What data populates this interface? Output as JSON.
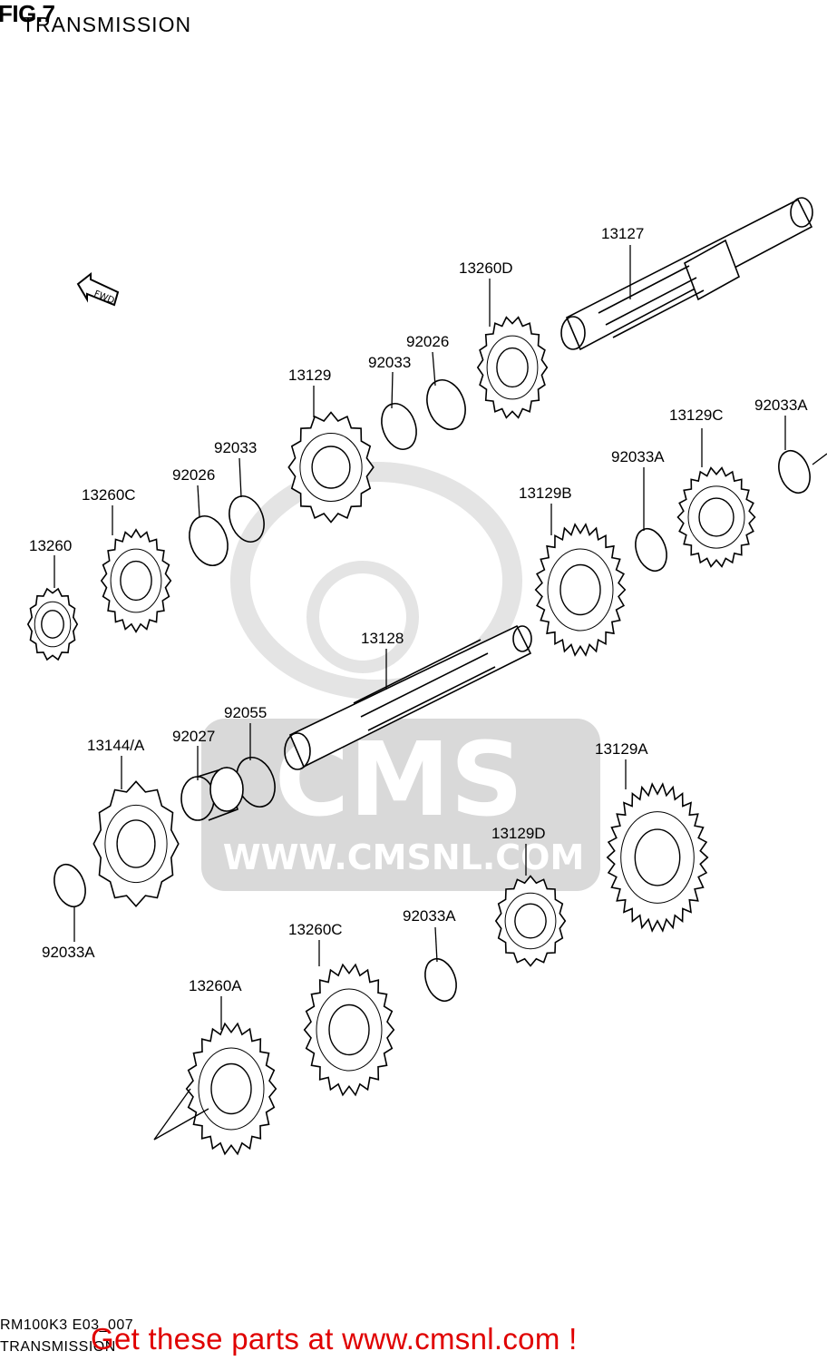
{
  "header": {
    "fig_label": "FIG.7",
    "section_title": "TRANSMISSION"
  },
  "watermark": {
    "brand": "CMS",
    "url": "WWW.CMSNL.COM"
  },
  "fwd_arrow": {
    "label": "FWD"
  },
  "parts": [
    {
      "id": "13127",
      "label": "13127"
    },
    {
      "id": "13260D",
      "label": "13260D"
    },
    {
      "id": "92026_a",
      "label": "92026"
    },
    {
      "id": "92033_a",
      "label": "92033"
    },
    {
      "id": "13129",
      "label": "13129"
    },
    {
      "id": "92033_b",
      "label": "92033"
    },
    {
      "id": "92026_b",
      "label": "92026"
    },
    {
      "id": "13260C_a",
      "label": "13260C"
    },
    {
      "id": "13260",
      "label": "13260"
    },
    {
      "id": "92033A_a",
      "label": "92033A"
    },
    {
      "id": "13129C",
      "label": "13129C"
    },
    {
      "id": "92033A_b",
      "label": "92033A"
    },
    {
      "id": "13129B",
      "label": "13129B"
    },
    {
      "id": "13128",
      "label": "13128"
    },
    {
      "id": "92055",
      "label": "92055"
    },
    {
      "id": "92027",
      "label": "92027"
    },
    {
      "id": "13144A",
      "label": "13144/A"
    },
    {
      "id": "13129A",
      "label": "13129A"
    },
    {
      "id": "13129D",
      "label": "13129D"
    },
    {
      "id": "92033A_c",
      "label": "92033A"
    },
    {
      "id": "13260C_b",
      "label": "13260C"
    },
    {
      "id": "92033A_d",
      "label": "92033A"
    },
    {
      "id": "13260A",
      "label": "13260A"
    }
  ],
  "footer": {
    "diagram_code": "RM100K3 E03_007",
    "section": "TRANSMISSION",
    "promo": "Get these parts at www.cmsnl.com !",
    "promo_color": "#e00000"
  }
}
